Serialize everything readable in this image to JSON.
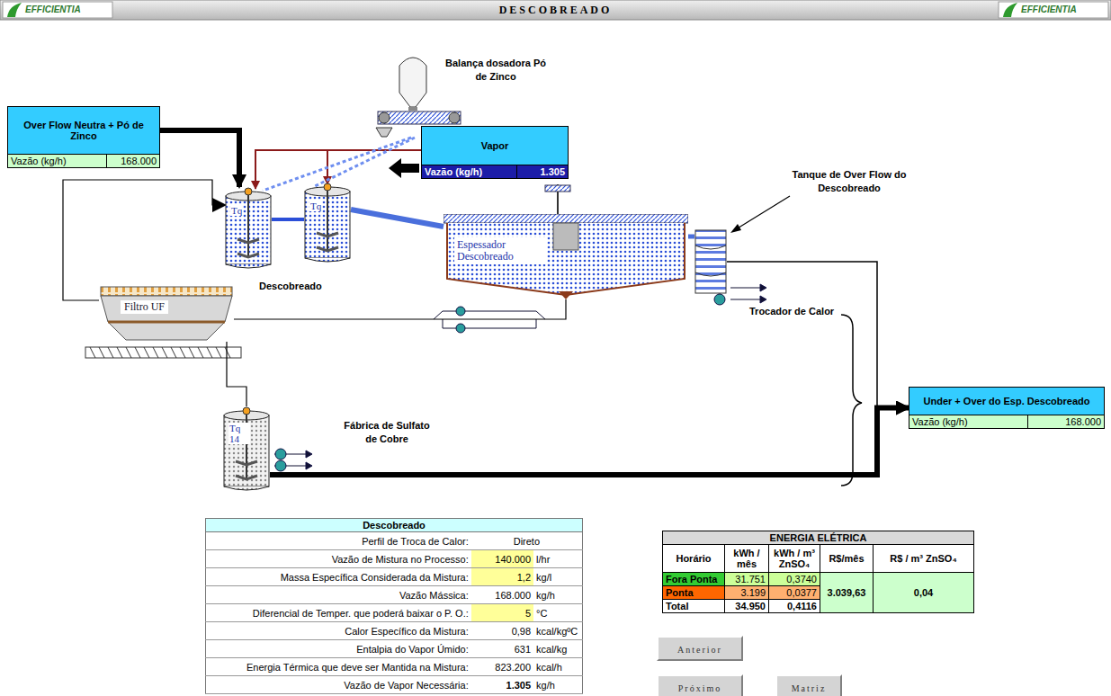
{
  "diagram": {
    "title": "DESCOBREADO",
    "nodes": [
      {
        "text": [
          "Over Flow Neutra + Pó de Zinco",
          "Vazão (kg/h)",
          "168.000"
        ]
      },
      {
        "text": [
          "Vapor",
          "Vazão (kg/h)",
          "1.305"
        ]
      },
      {
        "text": [
          "Tq"
        ]
      },
      {
        "text": [
          "Tq"
        ]
      },
      {
        "text": [
          "Espessador Descobreado"
        ]
      },
      {
        "text": [
          "Tanque de Over Flow do Descobreado"
        ]
      },
      {
        "text": [
          "Filtro UF"
        ]
      },
      {
        "text": [
          "Tq 14"
        ]
      },
      {
        "text": [
          "Under + Over do Esp. Descobreado",
          "Vazão (kg/h)",
          "168.000"
        ]
      },
      {
        "text": [
          "Balança dosadora Pó de Zinco"
        ]
      },
      {
        "text": [
          "Anterior"
        ]
      },
      {
        "text": [
          "Próximo"
        ]
      },
      {
        "text": [
          "Matriz"
        ]
      }
    ],
    "edges": [
      {
        "from": 0,
        "to": 2,
        "arrow": "to"
      },
      {
        "from": 1,
        "to": 2,
        "arrow": "to"
      },
      {
        "from": 1,
        "to": 3,
        "arrow": "to"
      },
      {
        "from": 9,
        "to": 2,
        "arrow": "none"
      },
      {
        "from": 9,
        "to": 3,
        "arrow": "none"
      },
      {
        "from": 2,
        "to": 3,
        "arrow": "none"
      },
      {
        "from": 3,
        "to": 4,
        "arrow": "none"
      },
      {
        "from": 4,
        "to": 5,
        "arrow": "none"
      },
      {
        "from": 4,
        "to": 6,
        "arrow": "none"
      },
      {
        "from": 6,
        "to": 2,
        "arrow": "to"
      },
      {
        "from": 6,
        "to": 7,
        "arrow": "none"
      },
      {
        "from": 7,
        "to": 8,
        "arrow": "to"
      },
      {
        "from": 5,
        "to": 8,
        "arrow": "to"
      }
    ],
    "labels": [
      "EFFICIENTIA",
      "EFFICIENTIA",
      "Descobreado",
      "Trocador de Calor",
      "Fábrica de Sulfato de Cobre",
      "Descobreado",
      "Perfil de Troca de Calor:",
      "Direto",
      "Vazão de Mistura no Processo:",
      "140.000",
      "l/hr",
      "Massa Específica Considerada da Mistura:",
      "1,2",
      "kg/l",
      "Vazão Mássica:",
      "168.000",
      "kg/h",
      "Diferencial de Temper. que poderá baixar o P. O.:",
      "5",
      "°C",
      "Calor Específico da Mistura:",
      "0,98",
      "kcal/kgºC",
      "Entalpia do Vapor Úmido:",
      "631",
      "kcal/kg",
      "Energia Térmica que deve ser Mantida na Mistura:",
      "823.200",
      "kcal/h",
      "Vazão de Vapor Necessária:",
      "1.305",
      "kg/h",
      "ENERGIA ELÉTRICA",
      "Horário",
      "kWh / mês",
      "kWh / m³ ZnSO₄",
      "R$/mês",
      "R$ / m³ ZnSO₄",
      "Fora Ponta",
      "31.751",
      "0,3740",
      "3.039,63",
      "0,04",
      "Ponta",
      "3.199",
      "0,0377",
      "Total",
      "34.950",
      "0,4116"
    ]
  }
}
